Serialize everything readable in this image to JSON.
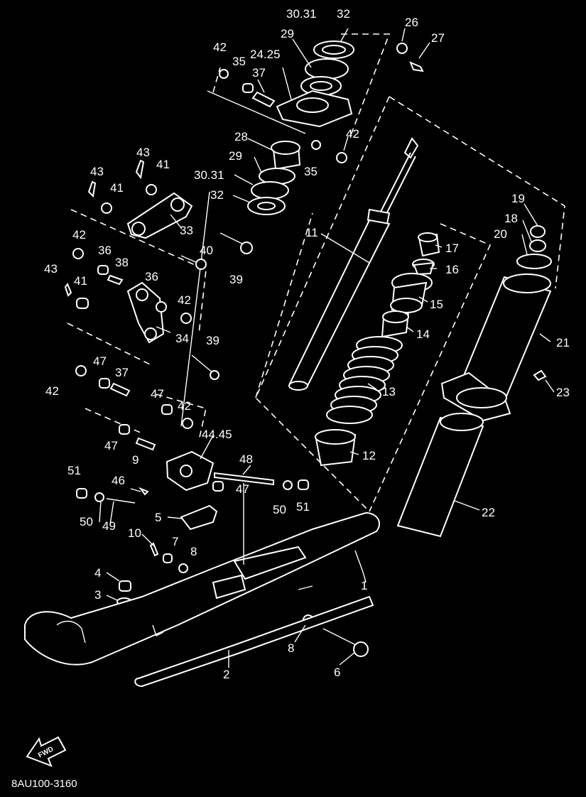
{
  "drawing_code": "8AU100-3160",
  "forward_label": "FWD",
  "callouts": [
    {
      "id": "p3031a",
      "text": "30.31"
    },
    {
      "id": "p32a",
      "text": "32"
    },
    {
      "id": "p26",
      "text": "26"
    },
    {
      "id": "p27",
      "text": "27"
    },
    {
      "id": "p42a",
      "text": "42"
    },
    {
      "id": "p29a",
      "text": "29"
    },
    {
      "id": "p35a",
      "text": "35"
    },
    {
      "id": "p2425",
      "text": "24.25"
    },
    {
      "id": "p37a",
      "text": "37"
    },
    {
      "id": "p42b",
      "text": "42"
    },
    {
      "id": "p28",
      "text": "28"
    },
    {
      "id": "p35b",
      "text": "35"
    },
    {
      "id": "p29b",
      "text": "29"
    },
    {
      "id": "p43a",
      "text": "43"
    },
    {
      "id": "p41a",
      "text": "41"
    },
    {
      "id": "p43b",
      "text": "43"
    },
    {
      "id": "p3031b",
      "text": "30.31"
    },
    {
      "id": "p41b",
      "text": "41"
    },
    {
      "id": "p32b",
      "text": "32"
    },
    {
      "id": "p19",
      "text": "19"
    },
    {
      "id": "p18",
      "text": "18"
    },
    {
      "id": "p11",
      "text": "11"
    },
    {
      "id": "p33",
      "text": "33"
    },
    {
      "id": "p20",
      "text": "20"
    },
    {
      "id": "p42c",
      "text": "42"
    },
    {
      "id": "p17",
      "text": "17"
    },
    {
      "id": "p40",
      "text": "40"
    },
    {
      "id": "p36a",
      "text": "36"
    },
    {
      "id": "p38",
      "text": "38"
    },
    {
      "id": "p16",
      "text": "16"
    },
    {
      "id": "p39a",
      "text": "39"
    },
    {
      "id": "p43c",
      "text": "43"
    },
    {
      "id": "p41c",
      "text": "41"
    },
    {
      "id": "p36b",
      "text": "36"
    },
    {
      "id": "p42d",
      "text": "42"
    },
    {
      "id": "p15",
      "text": "15"
    },
    {
      "id": "p14",
      "text": "14"
    },
    {
      "id": "p34",
      "text": "34"
    },
    {
      "id": "p39b",
      "text": "39"
    },
    {
      "id": "p21",
      "text": "21"
    },
    {
      "id": "p47a",
      "text": "47"
    },
    {
      "id": "p37b",
      "text": "37"
    },
    {
      "id": "p42e",
      "text": "42"
    },
    {
      "id": "p13",
      "text": "13"
    },
    {
      "id": "p23",
      "text": "23"
    },
    {
      "id": "p47b",
      "text": "47"
    },
    {
      "id": "p42f",
      "text": "42"
    },
    {
      "id": "p47c",
      "text": "47"
    },
    {
      "id": "p4445",
      "text": "44.45"
    },
    {
      "id": "p9",
      "text": "9"
    },
    {
      "id": "p12",
      "text": "12"
    },
    {
      "id": "p48",
      "text": "48"
    },
    {
      "id": "p51a",
      "text": "51"
    },
    {
      "id": "p46",
      "text": "46"
    },
    {
      "id": "p47d",
      "text": "47"
    },
    {
      "id": "p50a",
      "text": "50"
    },
    {
      "id": "p51b",
      "text": "51"
    },
    {
      "id": "p22",
      "text": "22"
    },
    {
      "id": "p5",
      "text": "5"
    },
    {
      "id": "p50b",
      "text": "50"
    },
    {
      "id": "p49",
      "text": "49"
    },
    {
      "id": "p10",
      "text": "10"
    },
    {
      "id": "p7",
      "text": "7"
    },
    {
      "id": "p8a",
      "text": "8"
    },
    {
      "id": "p4",
      "text": "4"
    },
    {
      "id": "p1",
      "text": "1"
    },
    {
      "id": "p3",
      "text": "3"
    },
    {
      "id": "p8b",
      "text": "8"
    },
    {
      "id": "p6",
      "text": "6"
    },
    {
      "id": "p2",
      "text": "2"
    }
  ]
}
